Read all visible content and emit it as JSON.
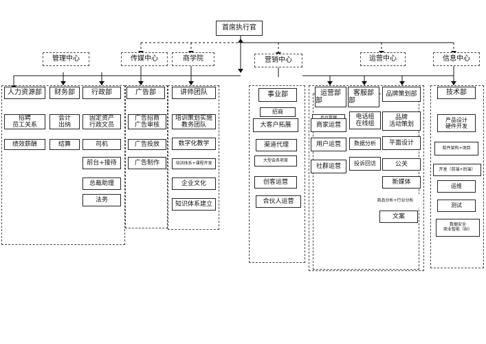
{
  "top": "首席执行官",
  "centers": {
    "management": "管理中心",
    "media": "传媒中心",
    "business_school": "商学院",
    "marketing": "营销中心",
    "operations": "运营中心",
    "information": "信息中心"
  },
  "management": {
    "hr": {
      "title": "人力资源部",
      "items": [
        "招聘\n员工关系",
        "绩效薪酬"
      ]
    },
    "finance": {
      "title": "财务部",
      "items": [
        "会计\n出纳",
        "结算"
      ]
    },
    "admin": {
      "title": "行政部",
      "items": [
        "固定资产\n行政文员",
        "司机",
        "前台+接待",
        "总裁助理",
        "法务"
      ]
    }
  },
  "media": {
    "title": "广告部",
    "items": [
      "广告招商\n广告审核",
      "广告投放",
      "广告制作"
    ]
  },
  "school": {
    "title": "讲师团队",
    "items": [
      "培训策划实施\n教务团队",
      "数字化教学",
      "培训体系+课程开发",
      "企业文化",
      "知识体系建立"
    ]
  },
  "marketing": {
    "title": "事业部",
    "items": [
      "招商",
      "大客户拓展",
      "渠道代理",
      "大型会务项目",
      "创客运营",
      "合伙人运营"
    ]
  },
  "operations": {
    "ops": {
      "title": "运营部",
      "extra": "部",
      "items": [
        "后台管理",
        "商家运营",
        "用户运营",
        "社群运营"
      ]
    },
    "service": {
      "title": "客服部",
      "extra": "部",
      "items": [
        "电话组\n在线组",
        "数据分析",
        "投诉回访"
      ]
    },
    "brand": {
      "title": "品牌策划部",
      "items": [
        "品牌\n活动策划",
        "平面设计",
        "公关",
        "新媒体",
        "商品分析+行业分析",
        "文案"
      ]
    }
  },
  "tech": {
    "title": "技术部",
    "items": [
      "产品设计\n硬件开发",
      "软件架构+项目",
      "开发（前端+后端）",
      "运维",
      "测试",
      "数据安全\n商业智能（BI）"
    ]
  }
}
